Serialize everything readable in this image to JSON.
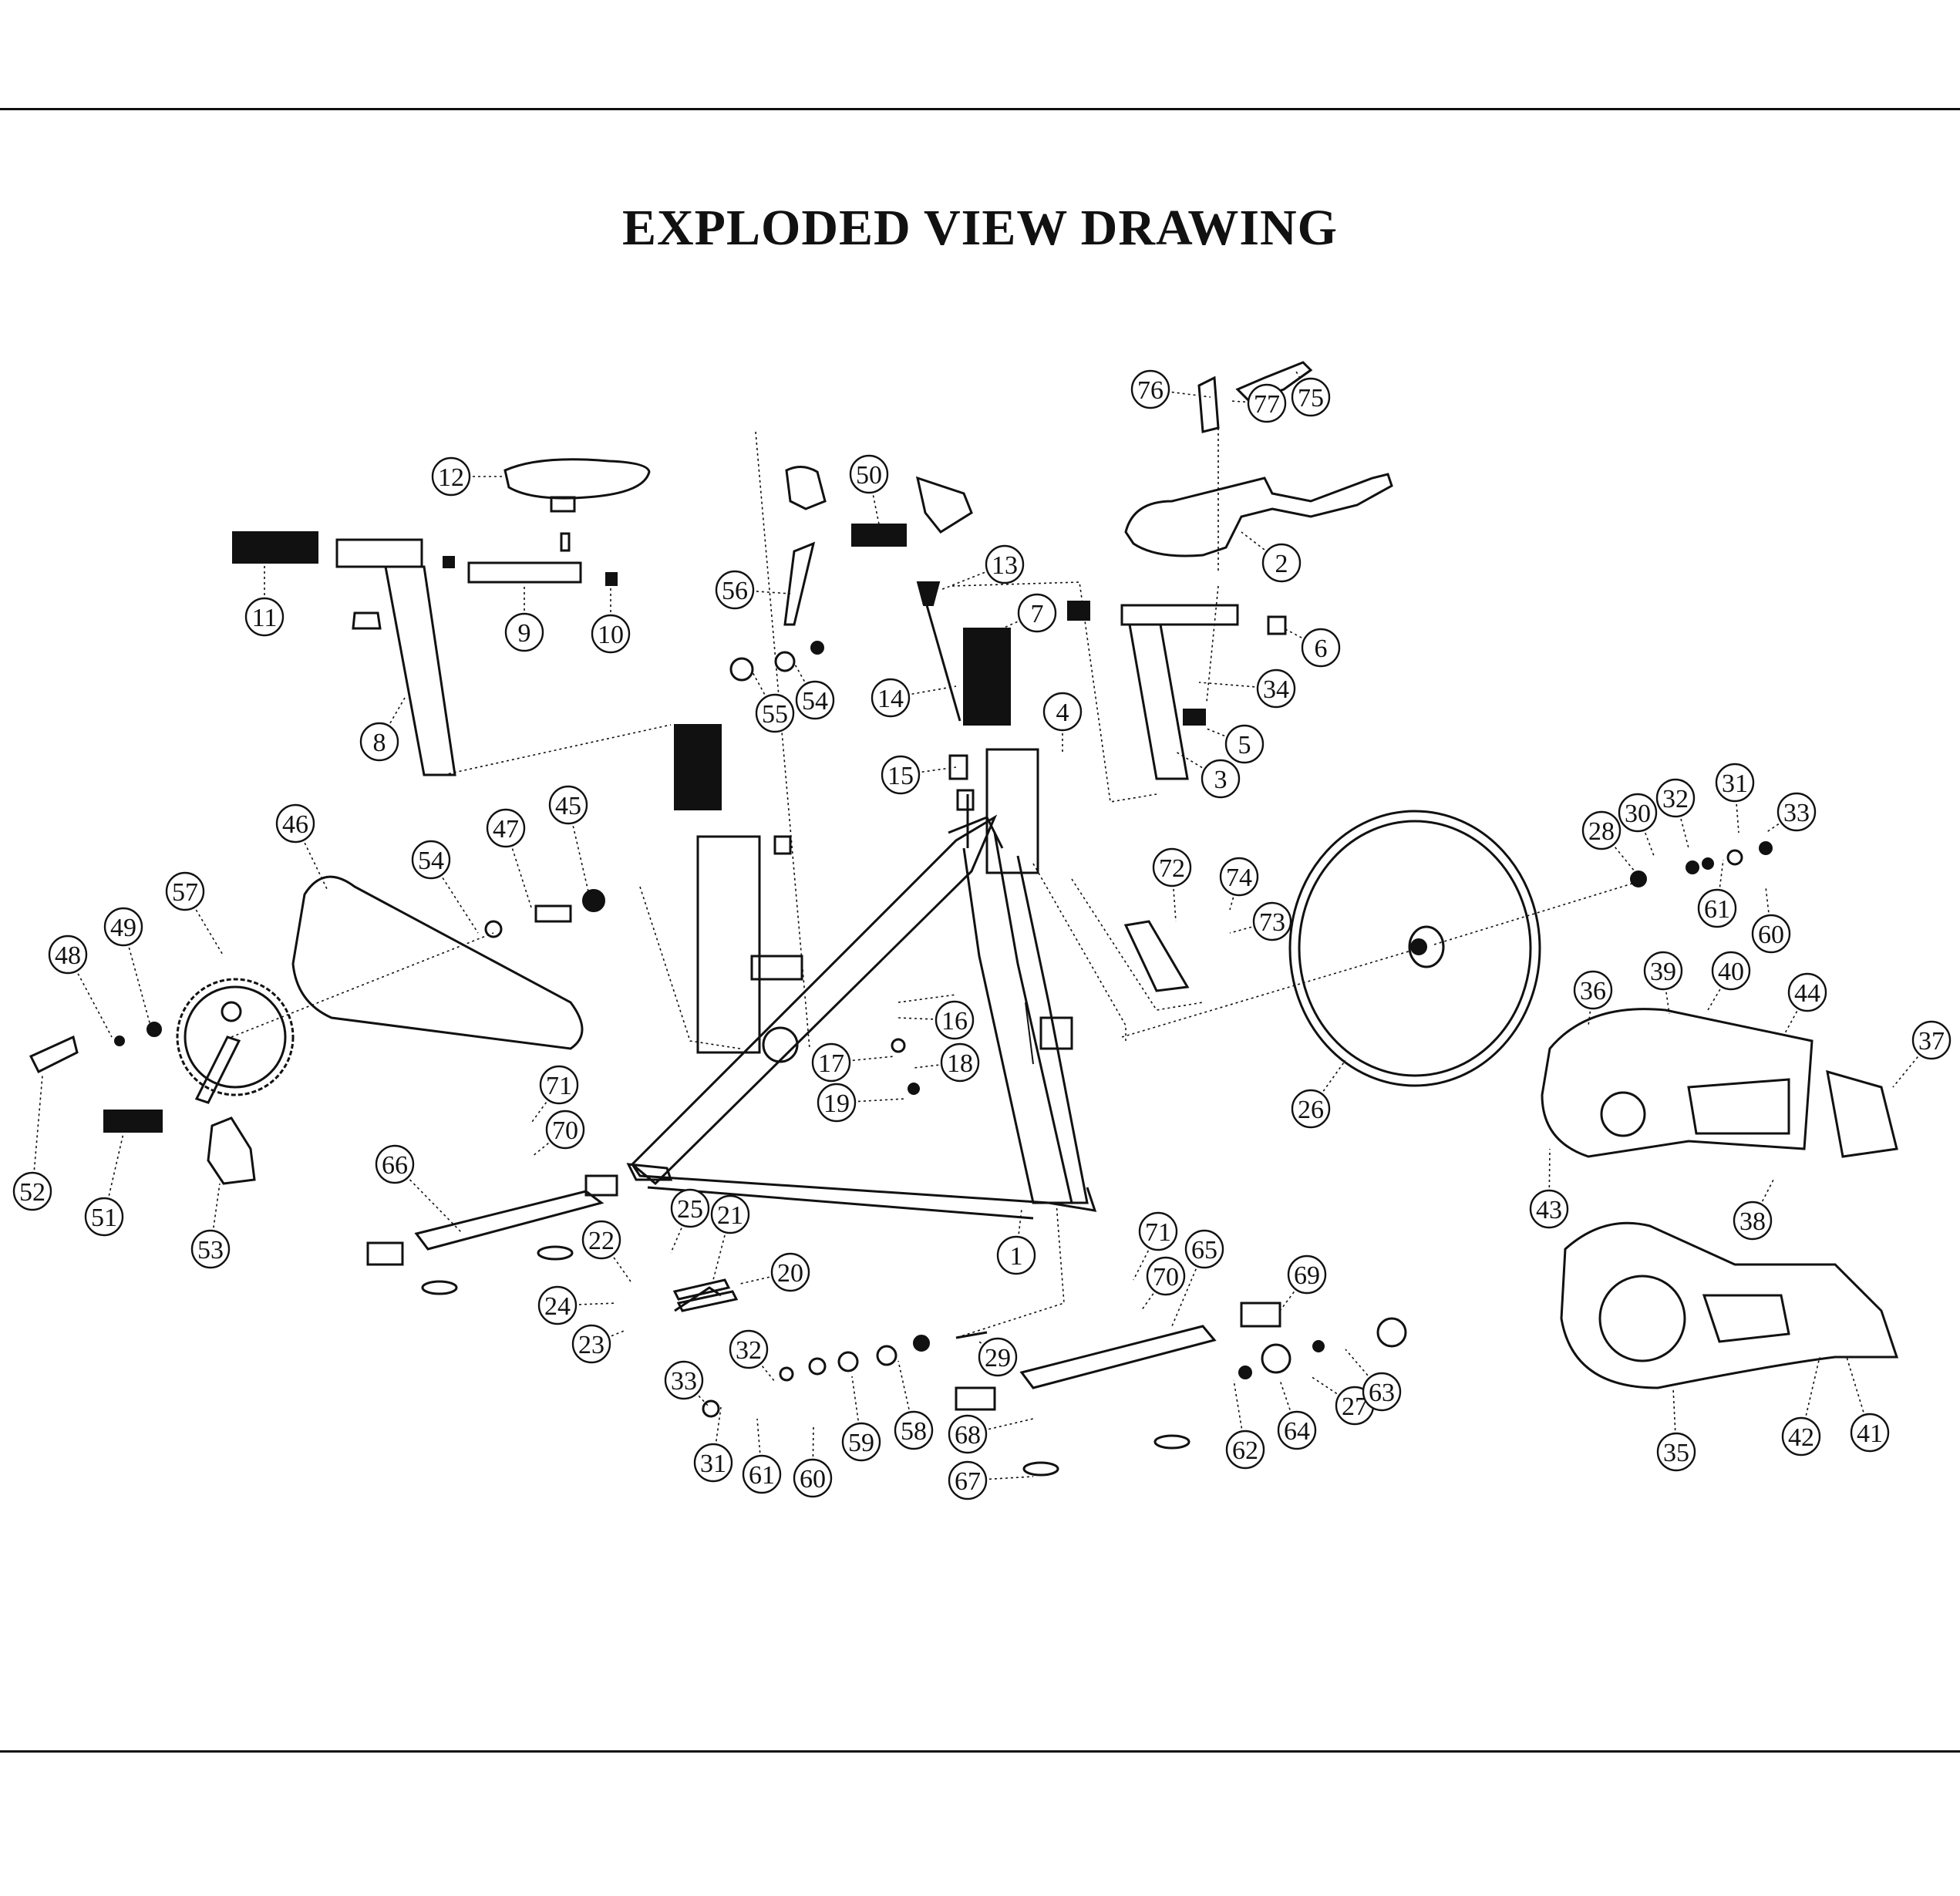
{
  "title": "EXPLODED VIEW DRAWING",
  "callouts": [
    {
      "id": "c1",
      "label": "1"
    },
    {
      "id": "c2",
      "label": "2"
    },
    {
      "id": "c3",
      "label": "3"
    },
    {
      "id": "c4",
      "label": "4"
    },
    {
      "id": "c5",
      "label": "5"
    },
    {
      "id": "c6",
      "label": "6"
    },
    {
      "id": "c7",
      "label": "7"
    },
    {
      "id": "c8",
      "label": "8"
    },
    {
      "id": "c9",
      "label": "9"
    },
    {
      "id": "c10",
      "label": "10"
    },
    {
      "id": "c11",
      "label": "11"
    },
    {
      "id": "c12",
      "label": "12"
    },
    {
      "id": "c13",
      "label": "13"
    },
    {
      "id": "c14",
      "label": "14"
    },
    {
      "id": "c15",
      "label": "15"
    },
    {
      "id": "c16",
      "label": "16"
    },
    {
      "id": "c17",
      "label": "17"
    },
    {
      "id": "c18",
      "label": "18"
    },
    {
      "id": "c19",
      "label": "19"
    },
    {
      "id": "c20",
      "label": "20"
    },
    {
      "id": "c21",
      "label": "21"
    },
    {
      "id": "c22",
      "label": "22"
    },
    {
      "id": "c23",
      "label": "23"
    },
    {
      "id": "c24",
      "label": "24"
    },
    {
      "id": "c25",
      "label": "25"
    },
    {
      "id": "c26",
      "label": "26"
    },
    {
      "id": "c27",
      "label": "27"
    },
    {
      "id": "c28",
      "label": "28"
    },
    {
      "id": "c29",
      "label": "29"
    },
    {
      "id": "c30",
      "label": "30"
    },
    {
      "id": "c31a",
      "label": "31"
    },
    {
      "id": "c31b",
      "label": "31"
    },
    {
      "id": "c32a",
      "label": "32"
    },
    {
      "id": "c32b",
      "label": "32"
    },
    {
      "id": "c33a",
      "label": "33"
    },
    {
      "id": "c33b",
      "label": "33"
    },
    {
      "id": "c34",
      "label": "34"
    },
    {
      "id": "c35",
      "label": "35"
    },
    {
      "id": "c36",
      "label": "36"
    },
    {
      "id": "c37",
      "label": "37"
    },
    {
      "id": "c38",
      "label": "38"
    },
    {
      "id": "c39",
      "label": "39"
    },
    {
      "id": "c40",
      "label": "40"
    },
    {
      "id": "c41",
      "label": "41"
    },
    {
      "id": "c42",
      "label": "42"
    },
    {
      "id": "c43",
      "label": "43"
    },
    {
      "id": "c44",
      "label": "44"
    },
    {
      "id": "c45",
      "label": "45"
    },
    {
      "id": "c46",
      "label": "46"
    },
    {
      "id": "c47",
      "label": "47"
    },
    {
      "id": "c48",
      "label": "48"
    },
    {
      "id": "c49",
      "label": "49"
    },
    {
      "id": "c50",
      "label": "50"
    },
    {
      "id": "c51",
      "label": "51"
    },
    {
      "id": "c52",
      "label": "52"
    },
    {
      "id": "c53",
      "label": "53"
    },
    {
      "id": "c54a",
      "label": "54"
    },
    {
      "id": "c54b",
      "label": "54"
    },
    {
      "id": "c55",
      "label": "55"
    },
    {
      "id": "c56",
      "label": "56"
    },
    {
      "id": "c57",
      "label": "57"
    },
    {
      "id": "c58",
      "label": "58"
    },
    {
      "id": "c59",
      "label": "59"
    },
    {
      "id": "c60a",
      "label": "60"
    },
    {
      "id": "c60b",
      "label": "60"
    },
    {
      "id": "c61a",
      "label": "61"
    },
    {
      "id": "c61b",
      "label": "61"
    },
    {
      "id": "c62",
      "label": "62"
    },
    {
      "id": "c63",
      "label": "63"
    },
    {
      "id": "c64",
      "label": "64"
    },
    {
      "id": "c65",
      "label": "65"
    },
    {
      "id": "c66",
      "label": "66"
    },
    {
      "id": "c67",
      "label": "67"
    },
    {
      "id": "c68",
      "label": "68"
    },
    {
      "id": "c69",
      "label": "69"
    },
    {
      "id": "c70a",
      "label": "70"
    },
    {
      "id": "c70b",
      "label": "70"
    },
    {
      "id": "c71a",
      "label": "71"
    },
    {
      "id": "c71b",
      "label": "71"
    },
    {
      "id": "c72",
      "label": "72"
    },
    {
      "id": "c73",
      "label": "73"
    },
    {
      "id": "c74",
      "label": "74"
    },
    {
      "id": "c75",
      "label": "75"
    },
    {
      "id": "c76",
      "label": "76"
    },
    {
      "id": "c77",
      "label": "77"
    }
  ]
}
